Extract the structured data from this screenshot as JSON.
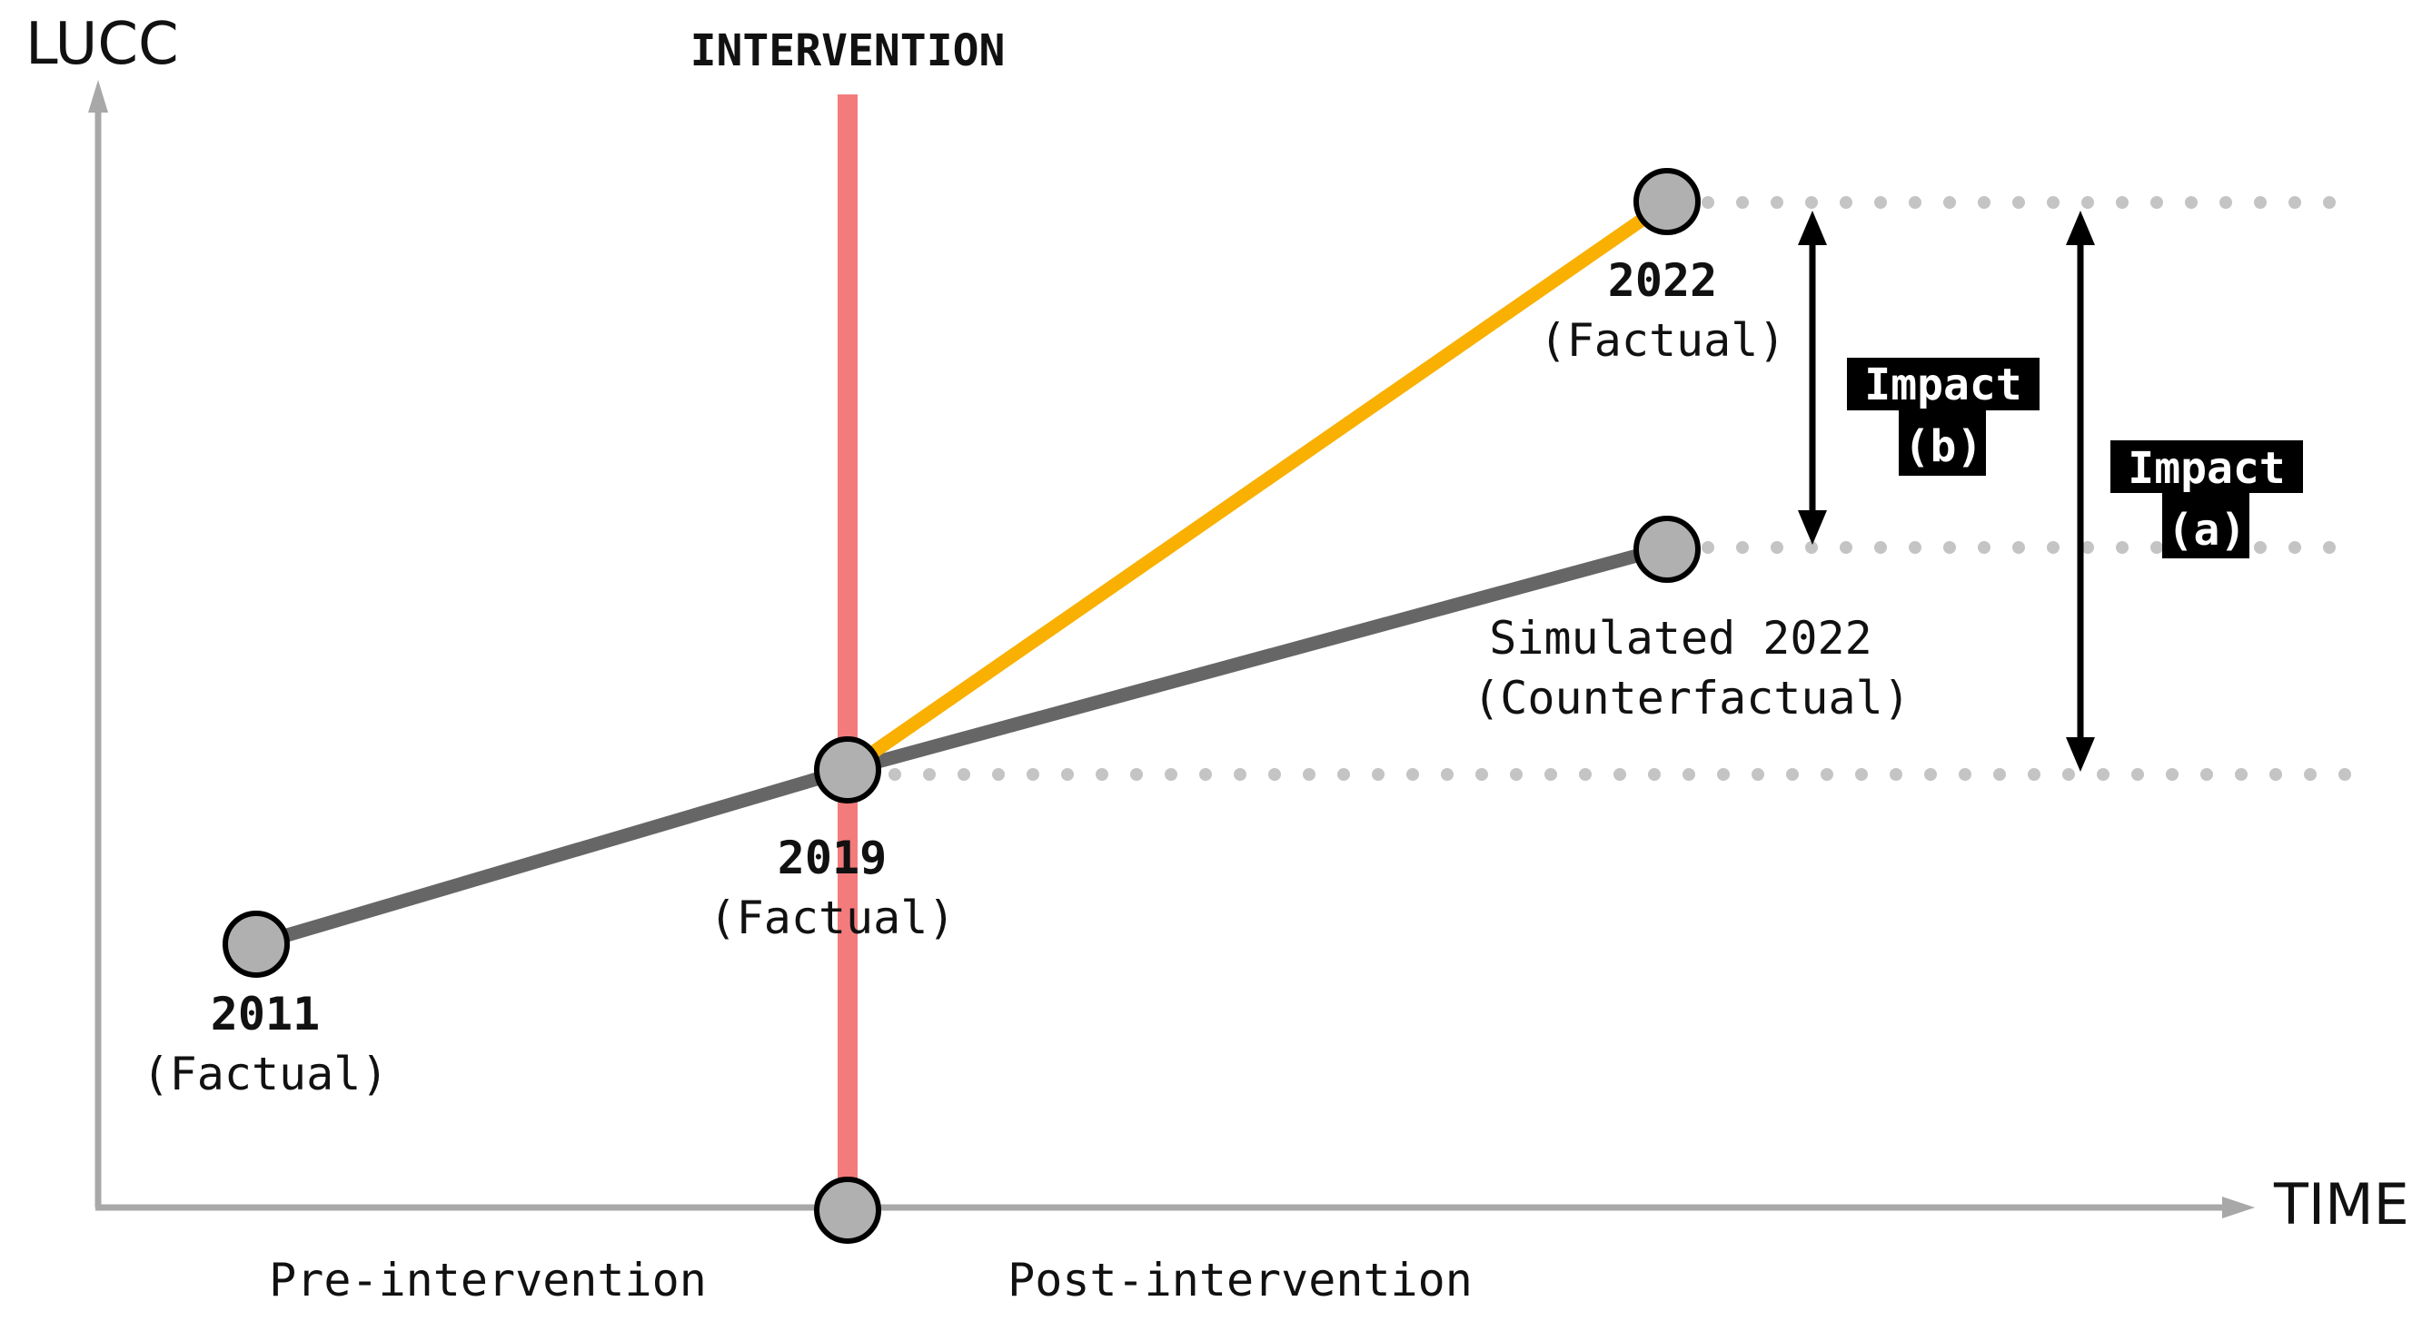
{
  "axes": {
    "y_label": "LUCC",
    "x_label": "TIME"
  },
  "intervention": {
    "label": "INTERVENTION",
    "color": "#f47b7b"
  },
  "points": {
    "p2011": {
      "year": "2011",
      "note": "(Factual)"
    },
    "p2019": {
      "year": "2019",
      "note": "(Factual)"
    },
    "p2022": {
      "year": "2022",
      "note": "(Factual)"
    },
    "sim2022": {
      "year": "Simulated 2022",
      "note": "(Counterfactual)"
    }
  },
  "impacts": {
    "b": {
      "line1": "Impact",
      "line2": "(b)"
    },
    "a": {
      "line1": "Impact",
      "line2": "(a)"
    }
  },
  "periods": {
    "pre": "Pre-intervention",
    "post": "Post-intervention"
  },
  "colors": {
    "axis": "#a8a8a8",
    "trend_line": "#666666",
    "factual_line": "#f9b000",
    "node_fill": "#b0b0b0",
    "node_stroke": "#000000",
    "dotted": "#c4c4c4",
    "impact_box": "#000000"
  }
}
